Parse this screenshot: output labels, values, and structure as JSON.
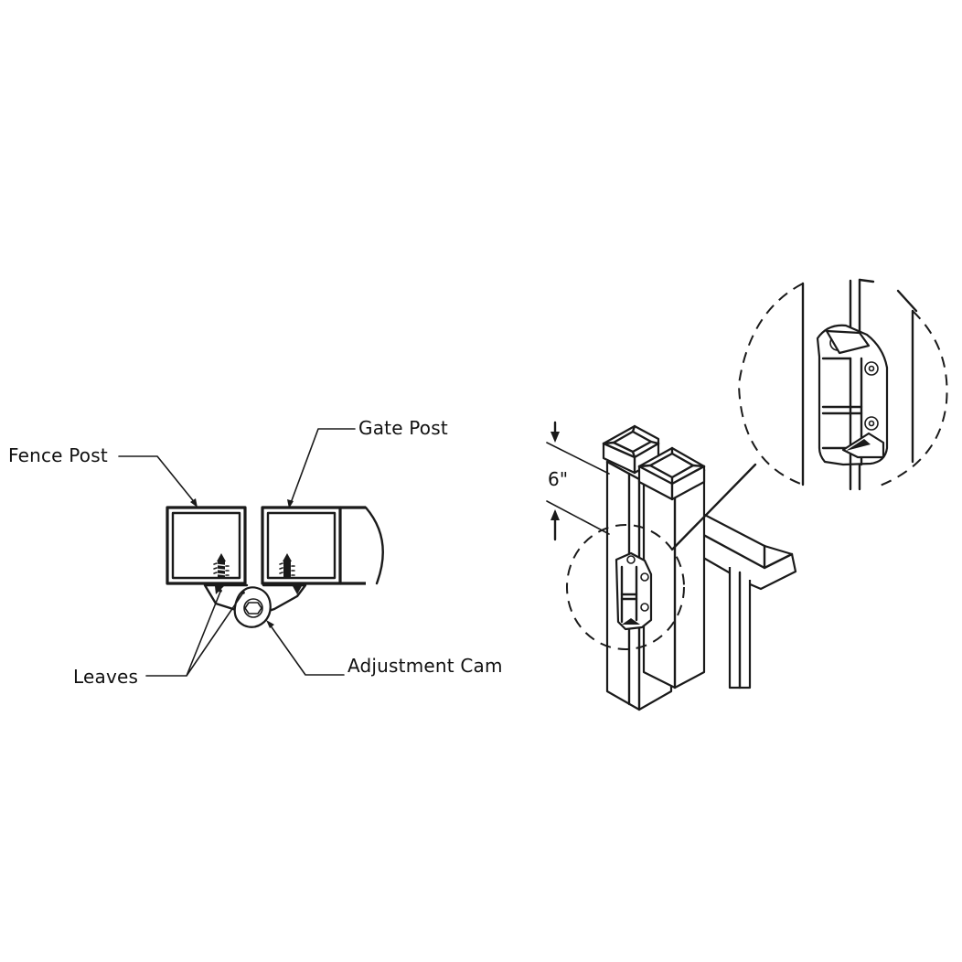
{
  "labels": {
    "fence_post": "Fence Post",
    "gate_post": "Gate Post",
    "leaves": "Leaves",
    "adjustment_cam": "Adjustment Cam",
    "dimension": "6\""
  },
  "colors": {
    "line": "#1a1a1a",
    "background": "#ffffff"
  }
}
